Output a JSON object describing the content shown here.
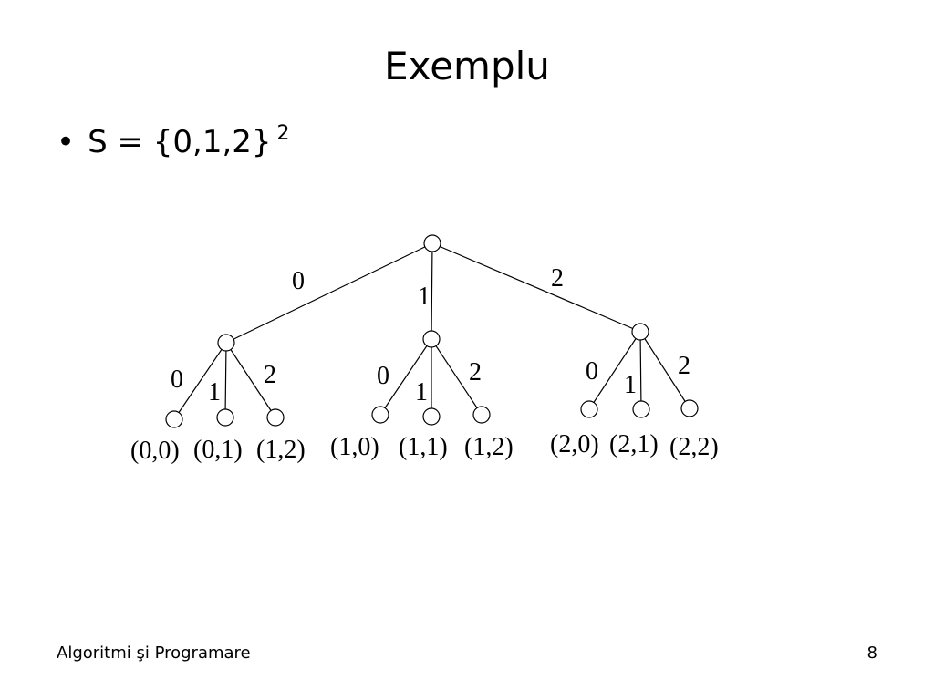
{
  "slide": {
    "title": "Exemplu",
    "bullet": {
      "marker": "•",
      "text": "S = {0,1,2}",
      "exponent": "2"
    },
    "footer_left": "Algoritmi şi Programare",
    "page_number": "8"
  },
  "tree": {
    "root_edge_labels": [
      "0",
      "1",
      "2"
    ],
    "subtrees": [
      {
        "edge_labels": [
          "0",
          "1",
          "2"
        ],
        "leaves": [
          "(0,0)",
          "(0,1)",
          "(1,2)"
        ]
      },
      {
        "edge_labels": [
          "0",
          "1",
          "2"
        ],
        "leaves": [
          "(1,0)",
          "(1,1)",
          "(1,2)"
        ]
      },
      {
        "edge_labels": [
          "0",
          "1",
          "2"
        ],
        "leaves": [
          "(2,0)",
          "(2,1)",
          "(2,2)"
        ]
      }
    ]
  }
}
